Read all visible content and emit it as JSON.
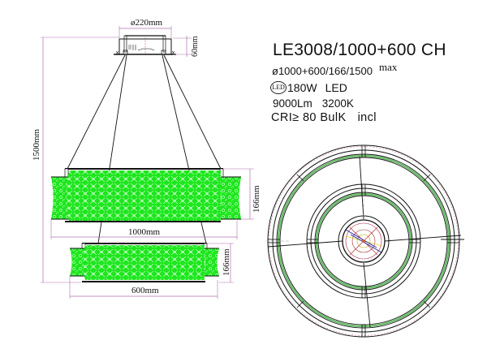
{
  "spec_sheet": {
    "model": "LE3008/1000+600 CH",
    "dimensions": "ø1000+600/166/1500",
    "dimensions_suffix": "max",
    "led_badge": "LED",
    "power": "180W",
    "light_source": "LED",
    "lumen": "9000Lm",
    "color_temperature": "3200K",
    "cri": "CRI≥ 80",
    "bulb": "BulK",
    "bulb_status": "incl"
  },
  "side_view": {
    "canopy_diameter_label": "ø220mm",
    "canopy_height_label": "60mm",
    "total_height_label": "1500mm",
    "upper_ring_height_label": "166mm",
    "upper_ring_diameter_label": "1000mm",
    "lower_ring_height_label": "166mm",
    "lower_ring_diameter_label": "600mm"
  },
  "colors": {
    "crystal_green": "#1ee61e",
    "dimension_line": "#b070b0",
    "outline": "#111111",
    "top_view_green": "#3aa83a"
  }
}
